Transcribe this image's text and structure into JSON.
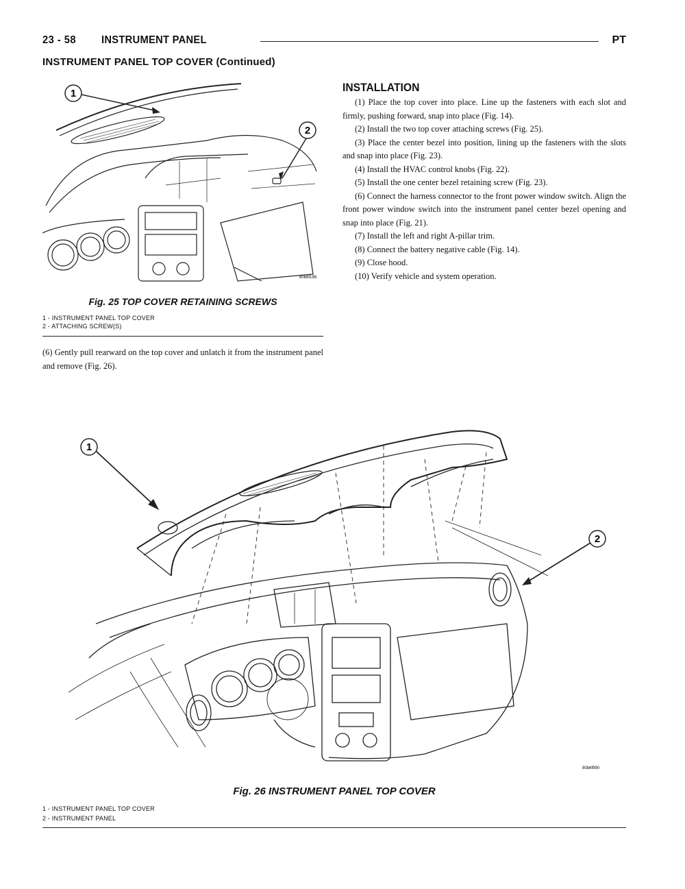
{
  "header": {
    "page_number": "23 - 58",
    "section": "INSTRUMENT PANEL",
    "model": "PT"
  },
  "continued_title": "INSTRUMENT PANEL TOP COVER (Continued)",
  "figure25": {
    "caption": "Fig. 25 TOP COVER RETAINING SCREWS",
    "callouts": [
      "1",
      "2"
    ],
    "legend": [
      "1 - INSTRUMENT PANEL TOP COVER",
      "2 - ATTACHING SCREW(S)"
    ],
    "image_id": "80b6f198"
  },
  "removal_step": "(6) Gently pull rearward on the top cover and unlatch it from the instrument panel and remove (Fig. 26).",
  "installation": {
    "title": "INSTALLATION",
    "steps": [
      "(1) Place the top cover into place. Line up the fasteners with each slot and firmly, pushing forward, snap into place (Fig. 14).",
      "(2) Install the two top cover attaching screws (Fig. 25).",
      "(3) Place the center bezel into position, lining up the fasteners with the slots and snap into place (Fig. 23).",
      "(4) Install the HVAC control knobs (Fig. 22).",
      "(5) Install the one center bezel retaining screw (Fig. 23).",
      "(6) Connect the harness connector to the front power window switch. Align the front power window switch into the instrument panel center bezel opening and snap into place (Fig. 21).",
      "(7) Install the left and right A-pillar trim.",
      "(8) Connect the battery negative cable (Fig. 14).",
      "(9) Close hood.",
      "(10) Verify vehicle and system operation."
    ]
  },
  "figure26": {
    "caption": "Fig. 26 INSTRUMENT PANEL TOP COVER",
    "callouts": [
      "1",
      "2"
    ],
    "legend": [
      "1 - INSTRUMENT PANEL TOP COVER",
      "2 - INSTRUMENT PANEL"
    ],
    "image_id": "80b6f990"
  }
}
